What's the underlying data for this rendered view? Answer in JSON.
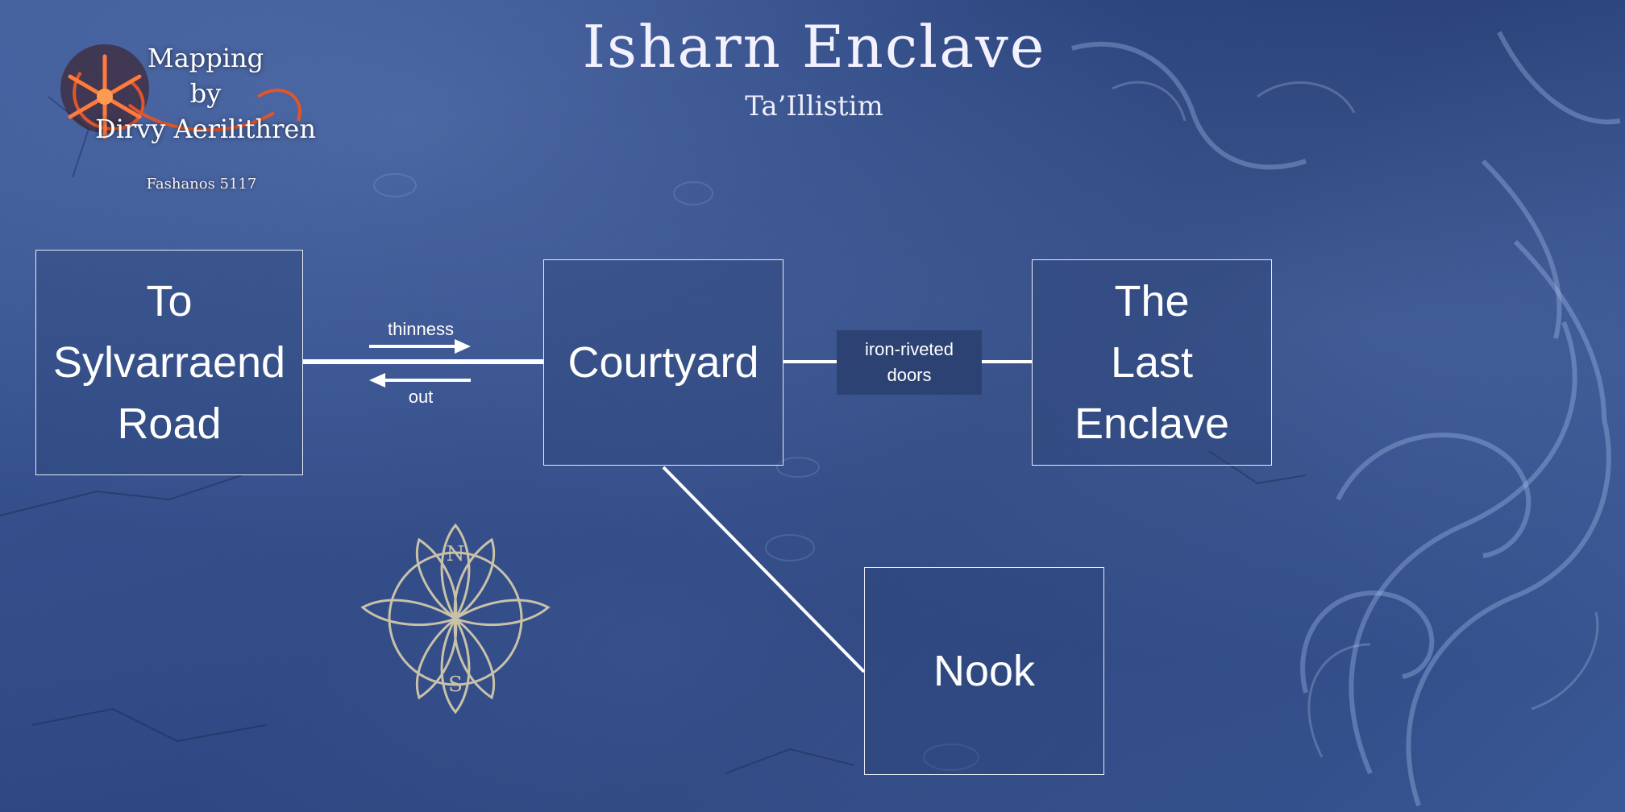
{
  "header": {
    "title": "Isharn Enclave",
    "subtitle": "Ta’Illistim"
  },
  "credit": {
    "text": "Mapping\nby\nDirvy Aerilithren",
    "date": "Fashanos 5117"
  },
  "rooms": {
    "road": "To\nSylvarraend\nRoad",
    "courtyard": "Courtyard",
    "last_enclave": "The\nLast\nEnclave",
    "nook": "Nook"
  },
  "connections": {
    "in_label": "thinness",
    "out_label": "out",
    "doors_label": "iron-riveted\ndoors"
  },
  "compass": {
    "north": "N",
    "south": "S",
    "icon": "compass-rose-icon"
  },
  "colors": {
    "background": "#2c457f",
    "line": "#ffffff",
    "badge_accent": "#e0562a"
  }
}
